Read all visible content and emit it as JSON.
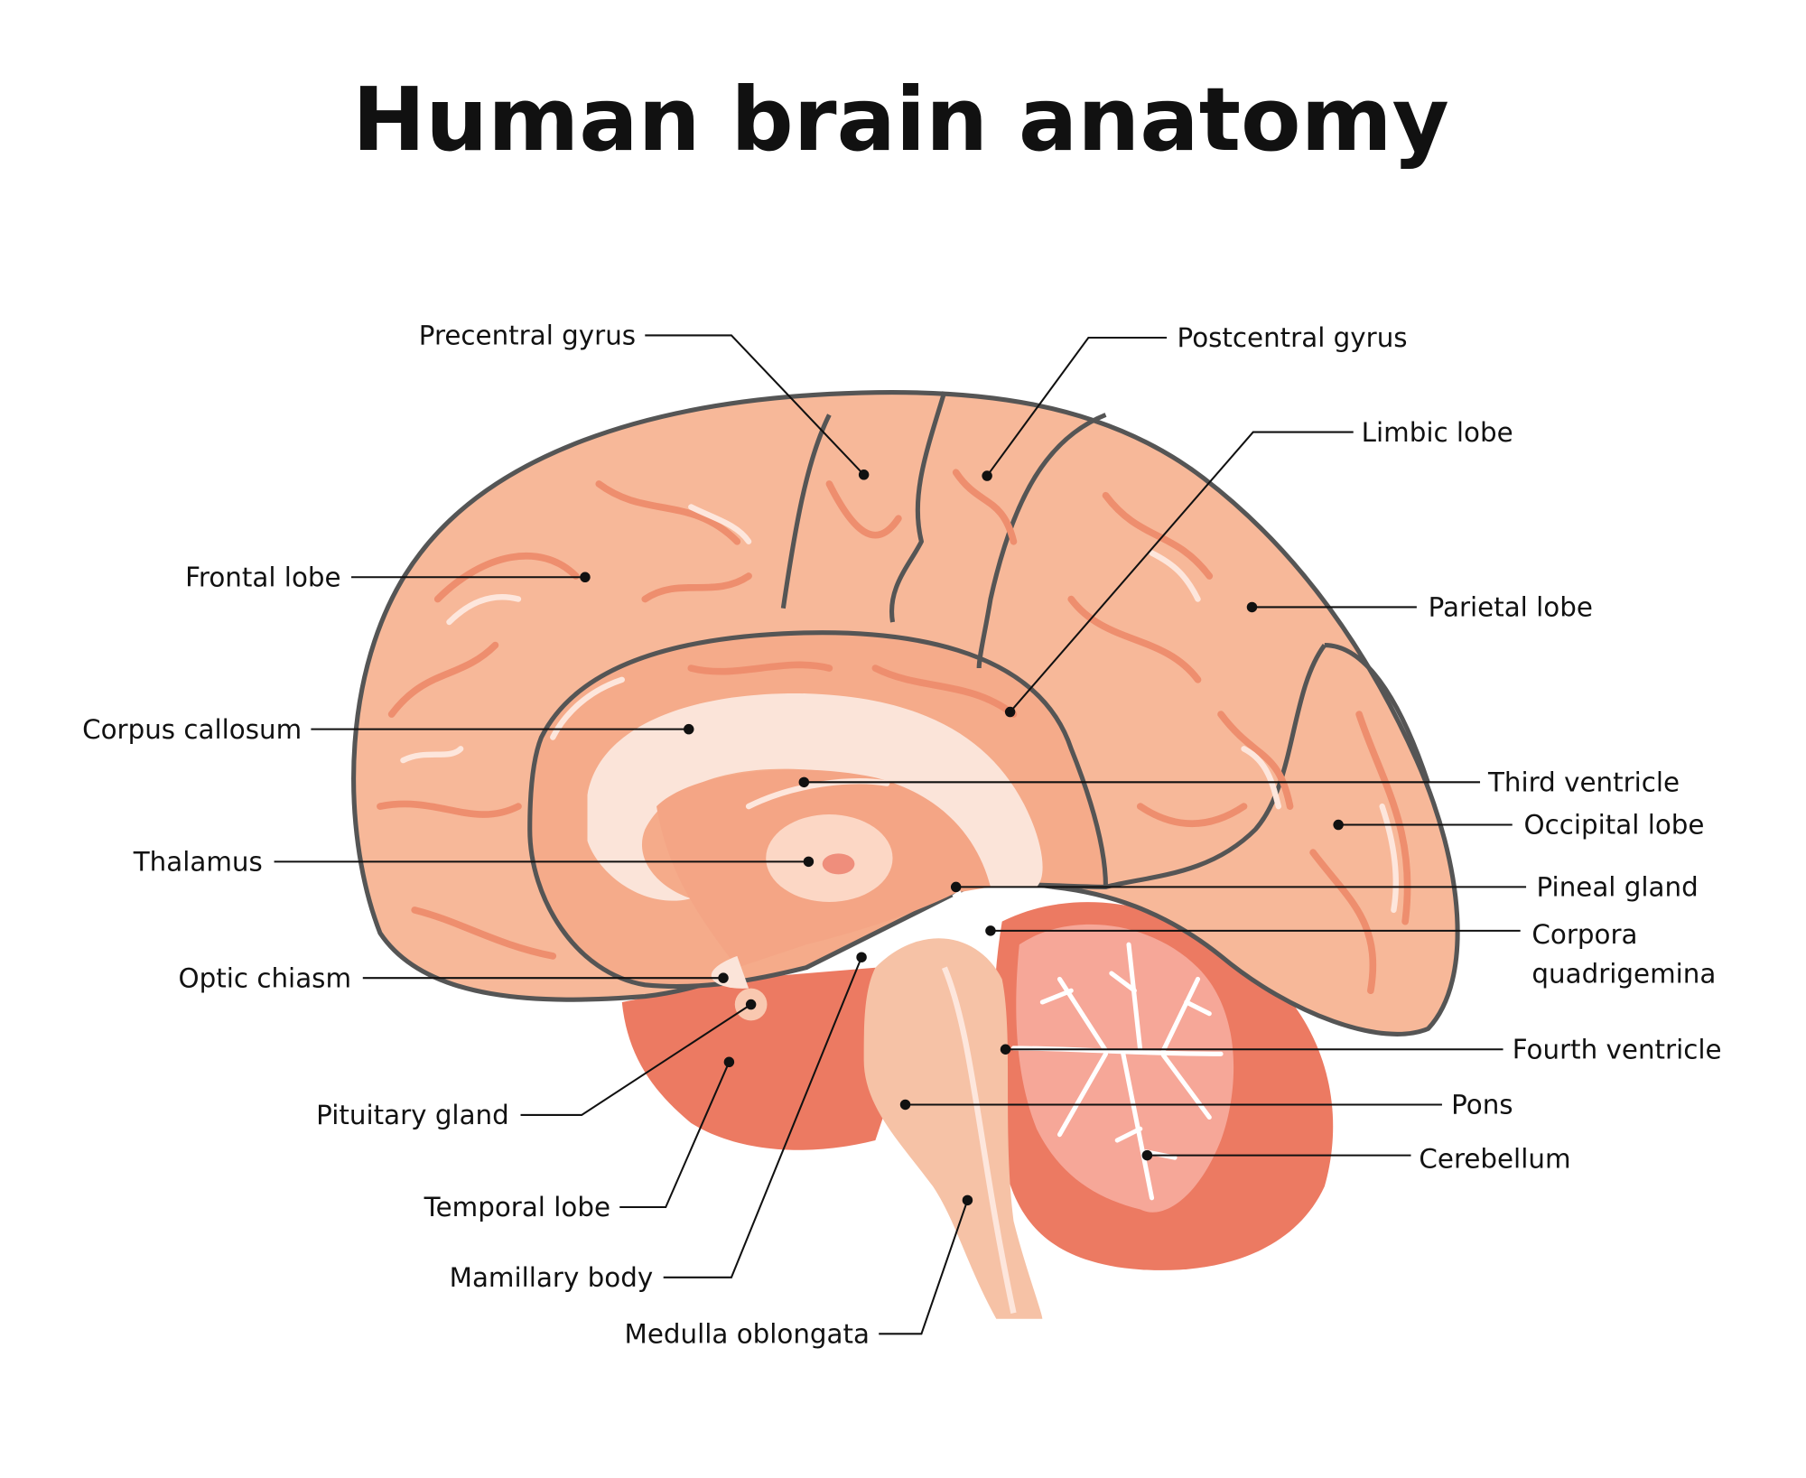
{
  "title": "Human brain anatomy",
  "labels": {
    "precentral_gyrus": "Precentral gyrus",
    "postcentral_gyrus": "Postcentral gyrus",
    "limbic_lobe": "Limbic lobe",
    "frontal_lobe": "Frontal lobe",
    "parietal_lobe": "Parietal lobe",
    "corpus_callosum": "Corpus callosum",
    "third_ventricle": "Third ventricle",
    "occipital_lobe": "Occipital lobe",
    "thalamus": "Thalamus",
    "pineal_gland": "Pineal gland",
    "corpora_quadrigemina_1": "Corpora",
    "corpora_quadrigemina_2": "quadrigemina",
    "optic_chiasm": "Optic chiasm",
    "fourth_ventricle": "Fourth ventricle",
    "pituitary_gland": "Pituitary gland",
    "pons": "Pons",
    "cerebellum": "Cerebellum",
    "temporal_lobe": "Temporal lobe",
    "mamillary_body": "Mamillary body",
    "medulla_oblongata": "Medulla oblongata"
  },
  "colors": {
    "cerebrum": "#f7b899",
    "cerebellum": "#ec7a62",
    "brainstem": "#f6c2a6",
    "corpus_callosum": "#fbe4d9",
    "outline": "#555555"
  }
}
